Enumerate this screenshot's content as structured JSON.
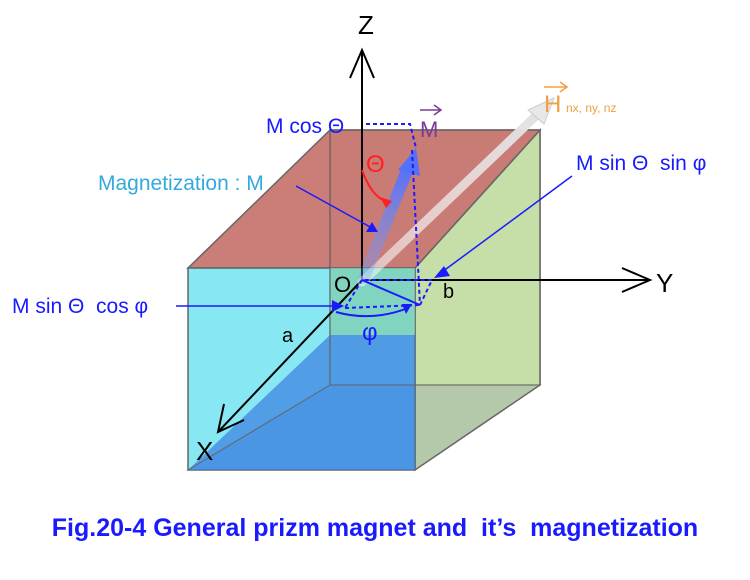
{
  "axes": {
    "z": "Z",
    "y": "Y",
    "x": "X",
    "origin": "O"
  },
  "vectors": {
    "m": "M",
    "h_main": "H",
    "h_sub": "nx, ny, nz"
  },
  "angles": {
    "theta": "Θ",
    "phi": "φ"
  },
  "dimensions": {
    "a": "a",
    "b": "b"
  },
  "labels": {
    "m_cos": "M cos Θ",
    "magnetization": "Magnetization : M",
    "m_sin_sin": "M sin Θ  sin φ",
    "m_sin_cos": "M sin Θ  cos φ"
  },
  "caption": "Fig.20-4 General prizm magnet and  it’s  magnetization",
  "colors": {
    "blue_label": "#1a1aff",
    "cyan_label": "#33aadd",
    "orange_h": "#f0a040",
    "purple_m": "#7a3a9a",
    "theta_red": "#ff2020",
    "face_top": "#c0605a",
    "face_front": "#5fe0ef",
    "face_right": "#b8d890",
    "face_bottom": "#3a8ad8"
  }
}
